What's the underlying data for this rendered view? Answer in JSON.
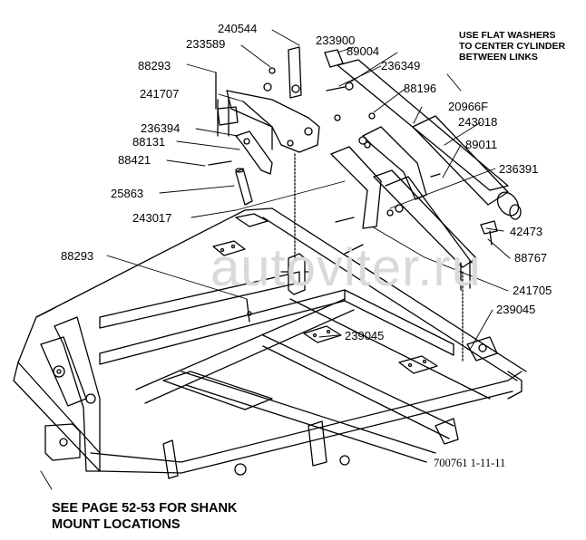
{
  "labels": {
    "p240544": "240544",
    "p233589": "233589",
    "p233900": "233900",
    "p89004": "89004",
    "p88293a": "88293",
    "p236349": "236349",
    "p241707": "241707",
    "p88196": "88196",
    "p20966f": "20966F",
    "p243018": "243018",
    "p236394": "236394",
    "p88131": "88131",
    "p89011": "89011",
    "p88421": "88421",
    "p236391": "236391",
    "p25863": "25863",
    "p243017": "243017",
    "p42473": "42473",
    "p88767": "88767",
    "p88293b": "88293",
    "p241705": "241705",
    "p239045a": "239045",
    "p239045b": "239045"
  },
  "note": {
    "line1": "USE FLAT WASHERS",
    "line2": "TO CENTER CYLINDER",
    "line3": "BETWEEN LINKS"
  },
  "footer": {
    "line1": "SEE PAGE 52-53 FOR SHANK",
    "line2": "MOUNT LOCATIONS"
  },
  "drawing_code": "700761  1-11-11",
  "watermark": "autoviter.ru",
  "colors": {
    "line": "#000000",
    "watermark": "#d9d9d9",
    "background": "#ffffff"
  }
}
